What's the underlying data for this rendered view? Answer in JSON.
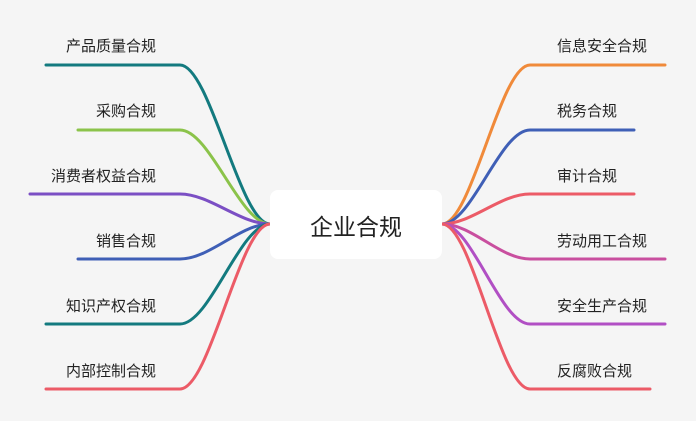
{
  "center": {
    "label": "企业合规"
  },
  "left_branches": [
    {
      "label": "产品质量合规",
      "color": "#137a7f"
    },
    {
      "label": "采购合规",
      "color": "#8bc34a"
    },
    {
      "label": "消费者权益合规",
      "color": "#7b4fc4"
    },
    {
      "label": "销售合规",
      "color": "#3f5fb6"
    },
    {
      "label": "知识产权合规",
      "color": "#137a7f"
    },
    {
      "label": "内部控制合规",
      "color": "#ec5b67"
    }
  ],
  "right_branches": [
    {
      "label": "信息安全合规",
      "color": "#f08a3a"
    },
    {
      "label": "税务合规",
      "color": "#3f5fb6"
    },
    {
      "label": "审计合规",
      "color": "#ec5b67"
    },
    {
      "label": "劳动用工合规",
      "color": "#c94f9f"
    },
    {
      "label": "安全生产合规",
      "color": "#b14fc4"
    },
    {
      "label": "反腐败合规",
      "color": "#ec5b67"
    }
  ]
}
